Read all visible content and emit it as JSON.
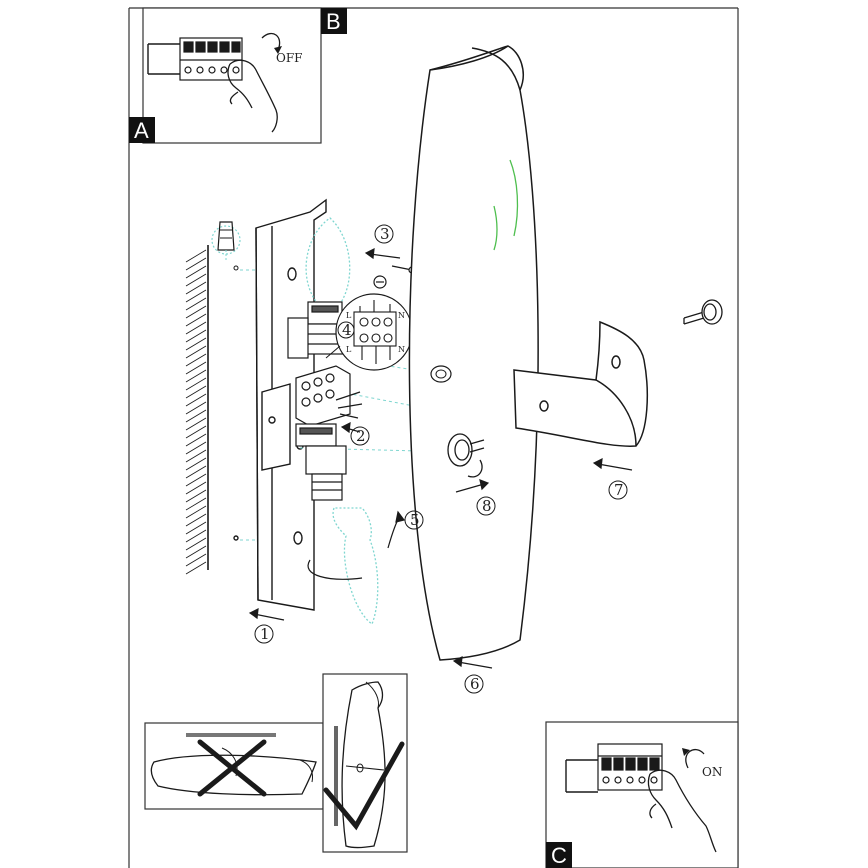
{
  "panels": {
    "a": {
      "letter": "A"
    },
    "b": {
      "letter": "B",
      "switch_text": "OFF"
    },
    "c": {
      "letter": "C",
      "switch_text": "ON"
    }
  },
  "step_labels": {
    "s1": "1",
    "s2": "2",
    "s3": "3",
    "s4": "4",
    "s5": "5",
    "s6": "6",
    "s7": "7",
    "s8": "8"
  },
  "terminal_marks": {
    "top_left": "L",
    "top_right": "N",
    "bottom_left": "L",
    "bottom_right": "N"
  },
  "colors": {
    "line": "#1a1a1a",
    "dotted_guide": "#7fd6d0",
    "highlight_green": "#4fbf4f",
    "label_box": "#111111"
  }
}
